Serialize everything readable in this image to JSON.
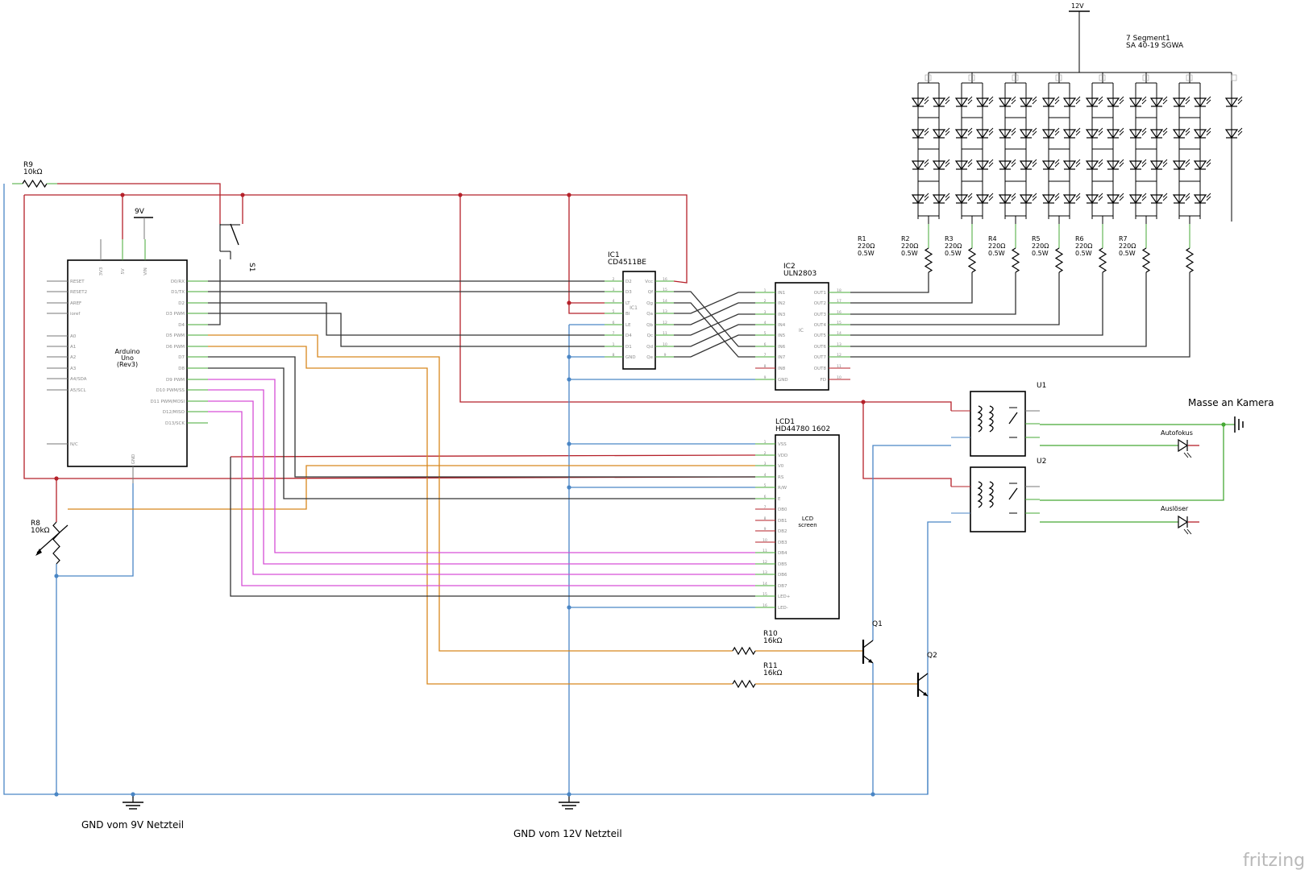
{
  "colors": {
    "red": "#b5212a",
    "blue": "#4a86c5",
    "green": "#46a935",
    "orange": "#d8871d",
    "magenta": "#d64fd6",
    "black": "#333333",
    "pin": "#46a935"
  },
  "labels": {
    "r9": "R9",
    "r9_val": "10kΩ",
    "v9": "9V",
    "v12": "12V",
    "s1": "S1",
    "arduino_title": "Arduino",
    "arduino_sub1": "Uno",
    "arduino_sub2": "(Rev3)",
    "ic1": "IC1",
    "ic1_part": "CD4511BE",
    "ic1_inner": "IC1",
    "ic2": "IC2",
    "ic2_part": "ULN2803",
    "ic2_inner": "IC",
    "lcd1": "LCD1",
    "lcd1_part": "HD44780 1602",
    "lcd_inner1": "LCD",
    "lcd_inner2": "screen",
    "seg_title": "7 Segment1",
    "seg_part": "SA 40-19 SGWA",
    "u1": "U1",
    "u2": "U2",
    "masse": "Masse an Kamera",
    "autofokus": "Autofokus",
    "ausloser": "Auslöser",
    "r8": "R8",
    "r8_val": "10kΩ",
    "r10": "R10",
    "r10_val": "16kΩ",
    "r11": "R11",
    "r11_val": "16kΩ",
    "q1": "Q1",
    "q2": "Q2",
    "gnd9": "GND vom 9V Netzteil",
    "gnd12": "GND vom 12V Netzteil",
    "logo": "fritzing"
  },
  "seg_resistors": [
    {
      "name": "R1",
      "value": "220Ω",
      "power": "0.5W"
    },
    {
      "name": "R2",
      "value": "220Ω",
      "power": "0.5W"
    },
    {
      "name": "R3",
      "value": "220Ω",
      "power": "0.5W"
    },
    {
      "name": "R4",
      "value": "220Ω",
      "power": "0.5W"
    },
    {
      "name": "R5",
      "value": "220Ω",
      "power": "0.5W"
    },
    {
      "name": "R6",
      "value": "220Ω",
      "power": "0.5W"
    },
    {
      "name": "R7",
      "value": "220Ω",
      "power": "0.5W"
    }
  ],
  "arduino_pins_left": [
    "RESET",
    "RESET2",
    "AREF",
    "ioref",
    "",
    "A0",
    "A1",
    "A2",
    "A3",
    "A4/SDA",
    "A5/SCL",
    "",
    "",
    "",
    "",
    "N/C"
  ],
  "arduino_pins_right": [
    "D0/RX",
    "D1/TX",
    "D2",
    "D3 PWM",
    "D4",
    "D5 PWM",
    "D6 PWM",
    "D7",
    "D8",
    "D9 PWM",
    "D10 PWM/SS",
    "D11 PWM/MOSI",
    "D12/MISO",
    "D13/SCK"
  ],
  "arduino_pins_top": [
    "3V3",
    "5V",
    "VIN"
  ],
  "arduino_pin_bottom": "GND",
  "ic1_pins_left": [
    "D2",
    "D3",
    "LT",
    "BI",
    "LE",
    "D4",
    "D1",
    "GND"
  ],
  "ic1_pins_right": [
    "Vcc",
    "Qf",
    "Qg",
    "Qa",
    "Qb",
    "Qc",
    "Qd",
    "Qe"
  ],
  "ic2_pins_left": [
    "IN1",
    "IN2",
    "IN3",
    "IN4",
    "IN5",
    "IN6",
    "IN7",
    "IN8",
    "GND"
  ],
  "ic2_pins_right": [
    "OUT1",
    "OUT2",
    "OUT3",
    "OUT4",
    "OUT5",
    "OUT6",
    "OUT7",
    "OUT8",
    "FD"
  ],
  "lcd_pins": [
    "VSS",
    "VDD",
    "V0",
    "RS",
    "R/W",
    "E",
    "DB0",
    "DB1",
    "DB2",
    "DB3",
    "DB4",
    "DB5",
    "DB6",
    "DB7",
    "LED+",
    "LED-"
  ]
}
